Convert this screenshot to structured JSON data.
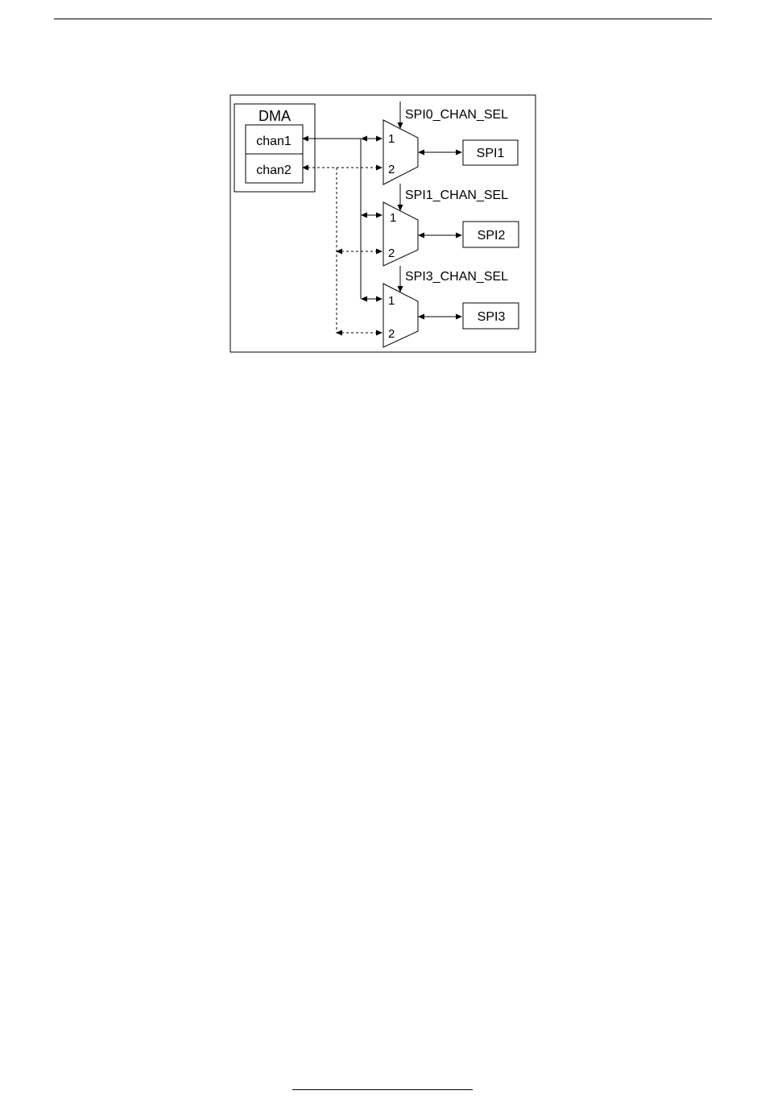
{
  "diagram": {
    "dma": {
      "title": "DMA",
      "channels": [
        "chan1",
        "chan2"
      ]
    },
    "muxes": [
      {
        "select_label": "SPI0_CHAN_SEL",
        "input1": "1",
        "input2": "2",
        "target": "SPI1"
      },
      {
        "select_label": "SPI1_CHAN_SEL",
        "input1": "1",
        "input2": "2",
        "target": "SPI2"
      },
      {
        "select_label": "SPI3_CHAN_SEL",
        "input1": "1",
        "input2": "2",
        "target": "SPI3"
      }
    ],
    "colors": {
      "stroke": "#000000",
      "background": "#ffffff"
    }
  }
}
